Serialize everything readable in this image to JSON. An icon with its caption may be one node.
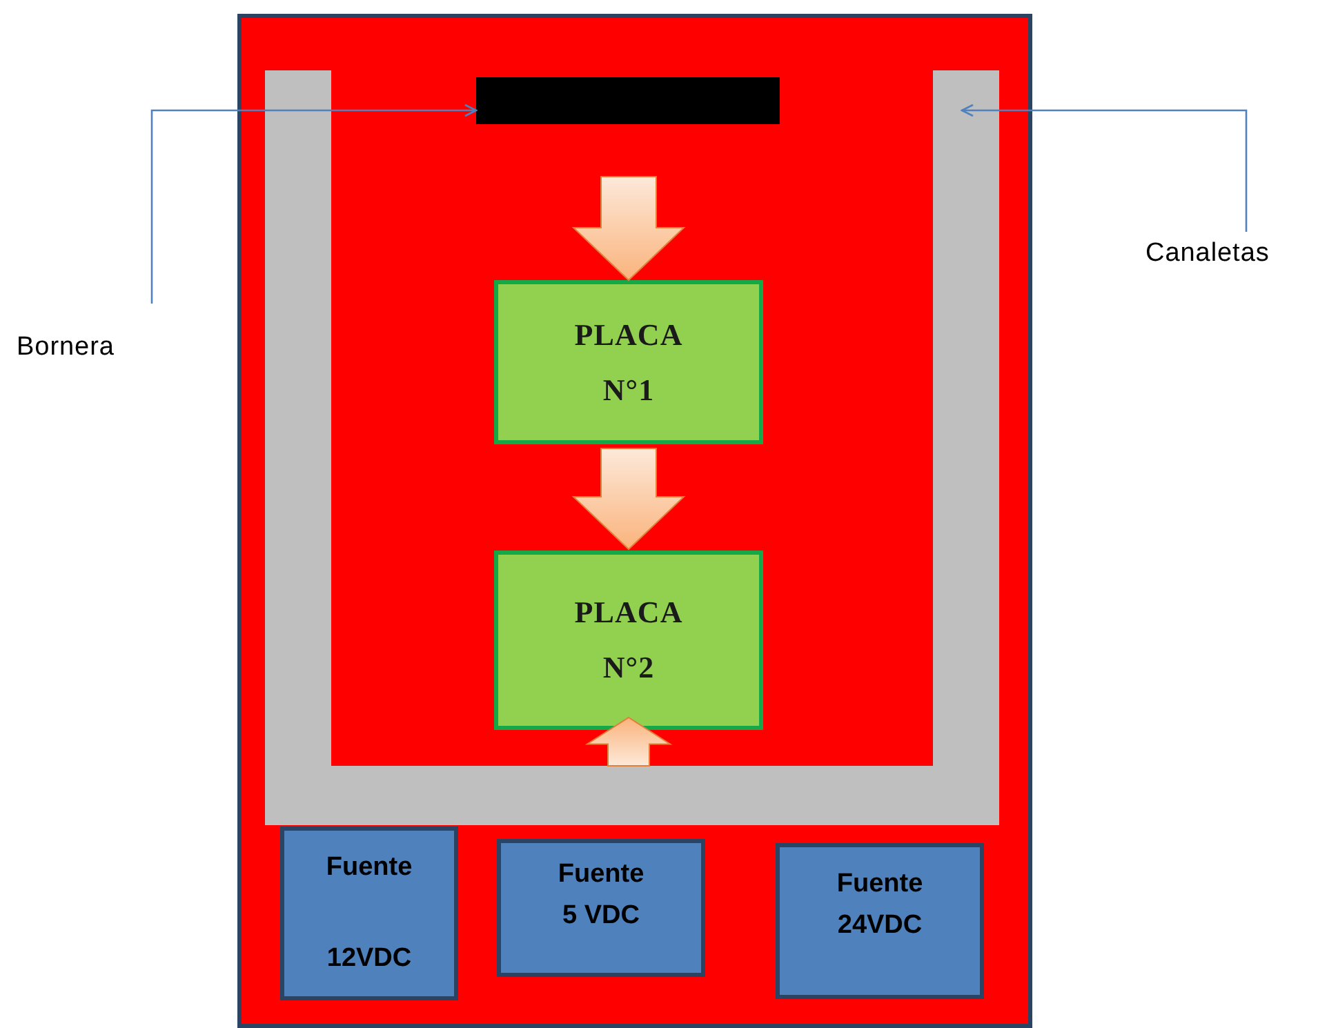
{
  "diagram": {
    "nodes": [
      {
        "text": [],
        "shape": "box"
      },
      {
        "text": [
          "Bornera"
        ]
      },
      {
        "text": [],
        "shape": "bar",
        "in": 0
      },
      {
        "text": [
          "Canaletas"
        ]
      },
      {
        "text": [],
        "shape": "bar",
        "in": 0
      },
      {
        "text": [
          "PLACA N°1"
        ],
        "in": 0
      },
      {
        "text": [
          "PLACA N°2"
        ],
        "in": 0
      },
      {
        "text": [
          "Fuente",
          "12VDC"
        ],
        "in": 0
      },
      {
        "text": [
          "Fuente",
          "5 VDC"
        ],
        "in": 0
      },
      {
        "text": [
          "Fuente",
          "24VDC"
        ],
        "in": 0
      }
    ],
    "edges": [
      {
        "from": 1,
        "to": 2,
        "arrow": "to",
        "color": "#4f81bd"
      },
      {
        "from": 3,
        "to": 4,
        "arrow": "to",
        "color": "#4f81bd"
      },
      {
        "from": 2,
        "to": 5,
        "arrow": "to",
        "style": "thick"
      },
      {
        "from": 5,
        "to": 6,
        "arrow": "to",
        "style": "thick"
      },
      {
        "from": 4,
        "to": 6,
        "arrow": "to",
        "style": "thick"
      }
    ]
  }
}
